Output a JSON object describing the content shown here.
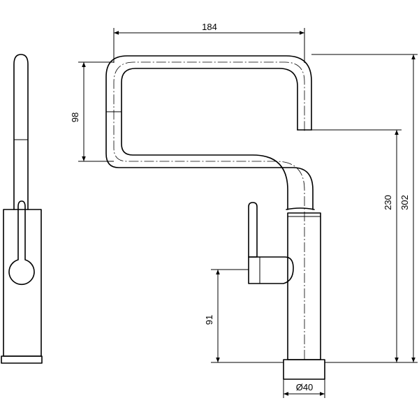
{
  "dimensions": {
    "spout_reach": "184",
    "spout_drop": "98",
    "outlet_height": "230",
    "total_height": "302",
    "lever_height": "91",
    "base_diameter": "Ø40"
  }
}
